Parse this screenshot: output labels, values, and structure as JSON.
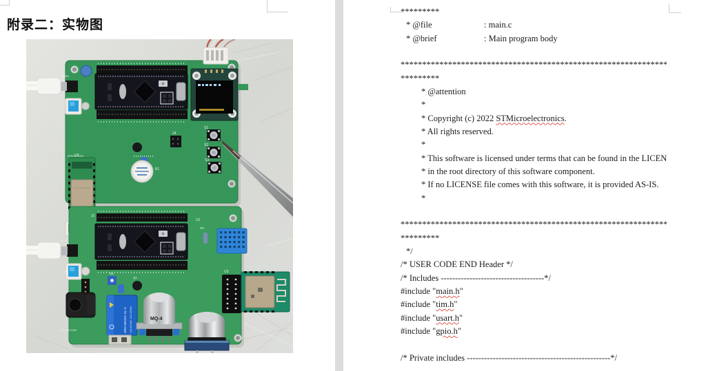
{
  "left_page": {
    "heading": "附录二：实物图",
    "photo": {
      "labels": {
        "usb1": "USB1",
        "sw1": "SW1",
        "j1": "J1",
        "j4_top": "J4",
        "j4_bottom": "J4",
        "u2": "U2",
        "u3_top": "U3",
        "u3_bottom": "U3",
        "r3": "R3",
        "q1": "Q1",
        "d1": "D1",
        "b1": "B1",
        "s1": "S1",
        "s2": "S2",
        "s3": "S3",
        "mq4": "MQ-4",
        "relay_line1": "SRD-05VDC-SL-C",
        "relay_line2": "10A 250VAC 10A 125VAC",
        "corner_top": "SPD01A TDN3",
        "corner_bottom": "SRD01A TDN2"
      }
    }
  },
  "right_page": {
    "code_lines": [
      {
        "ind": 0,
        "seg": [
          {
            "t": "*********"
          }
        ]
      },
      {
        "ind": 8,
        "seg": [
          {
            "t": "* @file",
            "w": 113
          },
          {
            "t": ": main.c"
          }
        ]
      },
      {
        "ind": 8,
        "seg": [
          {
            "t": "* @brief",
            "w": 113
          },
          {
            "t": ": Main program body"
          }
        ]
      },
      {
        "ind": 0,
        "seg": []
      },
      {
        "ind": 0,
        "seg": [
          {
            "t": "****************************************************************"
          }
        ]
      },
      {
        "ind": 0,
        "seg": [
          {
            "t": "*********"
          }
        ]
      },
      {
        "ind": 30,
        "seg": [
          {
            "t": "* @attention"
          }
        ]
      },
      {
        "ind": 30,
        "seg": [
          {
            "t": "*"
          }
        ]
      },
      {
        "ind": 30,
        "seg": [
          {
            "t": "* Copyright (c) 2022 "
          },
          {
            "t": "STMicroelectronics",
            "sp": true
          },
          {
            "t": "."
          }
        ]
      },
      {
        "ind": 30,
        "seg": [
          {
            "t": "* All rights reserved."
          }
        ]
      },
      {
        "ind": 30,
        "seg": [
          {
            "t": "*"
          }
        ]
      },
      {
        "ind": 30,
        "seg": [
          {
            "t": "* This software is licensed under terms that can be found in the LICENSE file"
          }
        ]
      },
      {
        "ind": 30,
        "seg": [
          {
            "t": "* in the root directory of this software component."
          }
        ]
      },
      {
        "ind": 30,
        "seg": [
          {
            "t": "* If no LICENSE file comes with this software, it is provided AS-IS."
          }
        ]
      },
      {
        "ind": 30,
        "seg": [
          {
            "t": "*"
          }
        ]
      },
      {
        "ind": 0,
        "seg": []
      },
      {
        "ind": 0,
        "seg": [
          {
            "t": "****************************************************************"
          }
        ]
      },
      {
        "ind": 0,
        "seg": [
          {
            "t": "*********"
          }
        ]
      },
      {
        "ind": 8,
        "seg": [
          {
            "t": "*/"
          }
        ]
      },
      {
        "ind": 0,
        "seg": [
          {
            "t": "/* USER CODE END Header */"
          }
        ]
      },
      {
        "ind": 0,
        "seg": [
          {
            "t": "/* Includes ------------------------------------*/"
          }
        ]
      },
      {
        "ind": 0,
        "seg": [
          {
            "t": "#include \""
          },
          {
            "t": "main.h",
            "sp": true
          },
          {
            "t": "\""
          }
        ]
      },
      {
        "ind": 0,
        "seg": [
          {
            "t": "#include \""
          },
          {
            "t": "tim.h",
            "sp": true
          },
          {
            "t": "\""
          }
        ]
      },
      {
        "ind": 0,
        "seg": [
          {
            "t": "#include \""
          },
          {
            "t": "usart.h",
            "sp": true
          },
          {
            "t": "\""
          }
        ]
      },
      {
        "ind": 0,
        "seg": [
          {
            "t": "#include \""
          },
          {
            "t": "gpio.h",
            "sp": true
          },
          {
            "t": "\""
          }
        ]
      },
      {
        "ind": 0,
        "seg": []
      },
      {
        "ind": 0,
        "seg": [
          {
            "t": "/* Private includes --------------------------------------------------*/"
          }
        ]
      }
    ]
  },
  "colors": {
    "pcb_green_top": "#36965a",
    "pcb_green_bottom": "#3b9c5d",
    "relay_blue": "#1e63c6",
    "button_blue": "#29a0dc",
    "dht11_blue": "#2f86d8",
    "page_gap": "#dcdcdc",
    "spell_red": "#e05a52",
    "code_text": "#1b1b1b"
  }
}
